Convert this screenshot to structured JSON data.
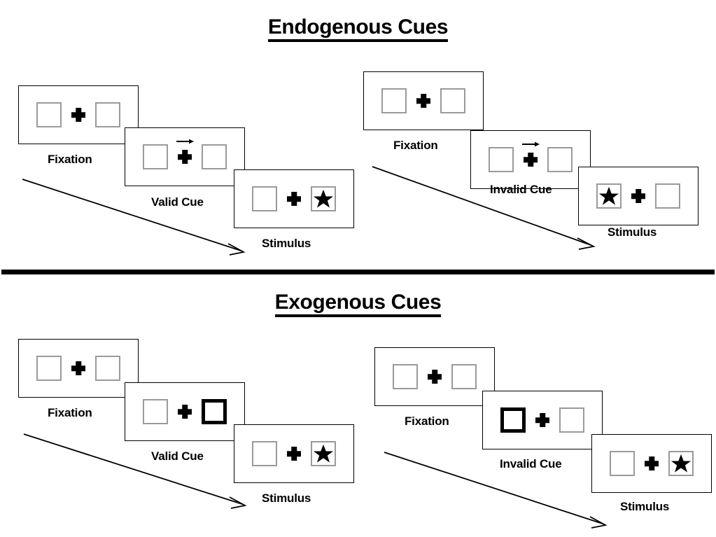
{
  "sections": [
    {
      "id": "endogenous",
      "title": "Endogenous Cues",
      "panels": [
        {
          "id": "endogenous-valid",
          "stages": [
            {
              "label": "Fixation",
              "cue": "none",
              "target": "none"
            },
            {
              "label": "Valid Cue",
              "cue": "arrow-right",
              "target": "none"
            },
            {
              "label": "Stimulus",
              "cue": "none",
              "target": "right"
            }
          ]
        },
        {
          "id": "endogenous-invalid",
          "stages": [
            {
              "label": "Fixation",
              "cue": "none",
              "target": "none"
            },
            {
              "label": "Invalid Cue",
              "cue": "arrow-right",
              "target": "none"
            },
            {
              "label": "Stimulus",
              "cue": "none",
              "target": "left"
            }
          ]
        }
      ]
    },
    {
      "id": "exogenous",
      "title": "Exogenous Cues",
      "panels": [
        {
          "id": "exogenous-valid",
          "stages": [
            {
              "label": "Fixation",
              "cue": "none",
              "target": "none"
            },
            {
              "label": "Valid Cue",
              "cue": "box-flash-right",
              "target": "none"
            },
            {
              "label": "Stimulus",
              "cue": "none",
              "target": "right"
            }
          ]
        },
        {
          "id": "exogenous-invalid",
          "stages": [
            {
              "label": "Fixation",
              "cue": "none",
              "target": "none"
            },
            {
              "label": "Invalid Cue",
              "cue": "box-flash-left",
              "target": "none"
            },
            {
              "label": "Stimulus",
              "cue": "none",
              "target": "right"
            }
          ]
        }
      ]
    },
    {
      "id": "divider",
      "title": ""
    }
  ],
  "labels": {
    "endogenous_title": "Endogenous Cues",
    "exogenous_title": "Exogenous Cues",
    "fixation": "Fixation",
    "valid_cue": "Valid Cue",
    "invalid_cue": "Invalid Cue",
    "stimulus": "Stimulus"
  },
  "icons": {
    "fixation_cross": "plus-cross-icon",
    "target_star": "star-icon",
    "endogenous_cue": "arrow-right-icon",
    "exogenous_cue": "thick-box-icon",
    "flow": "arrow-diagonal-icon"
  },
  "colors": {
    "ink": "#000000",
    "placeholder_border": "#9a9a9a",
    "frame_border": "#000000",
    "background": "#ffffff"
  }
}
